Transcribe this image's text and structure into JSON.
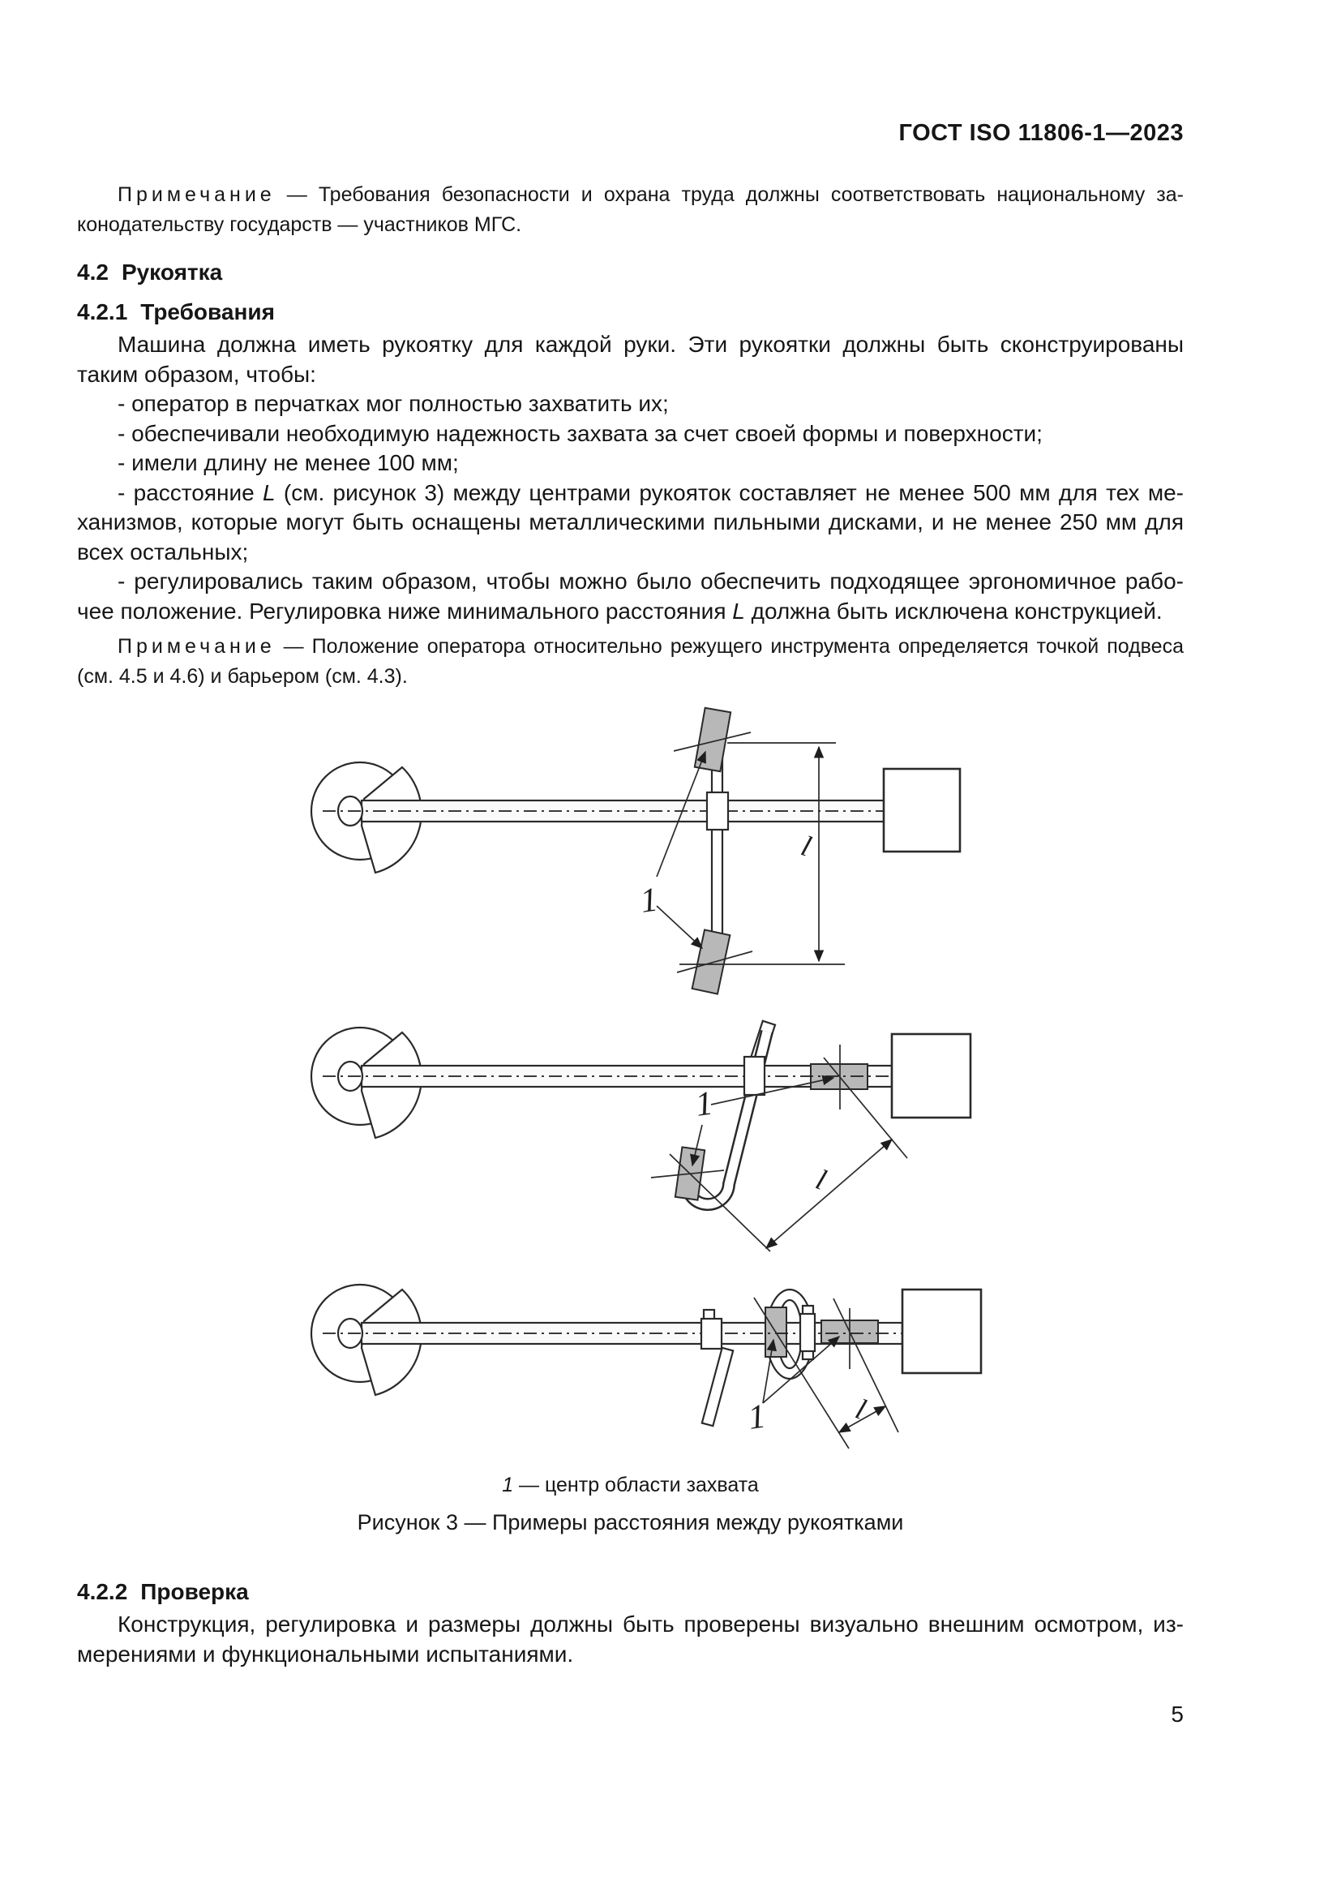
{
  "header": {
    "doc_code": "ГОСТ ISO 11806-1—2023"
  },
  "notes": {
    "note1_label": "Примечание",
    "note1_text": "— Требования безопасности и охрана труда должны соответствовать национальному за­конодательству государств — участников МГС.",
    "note2_label": "Примечание",
    "note2_text": "— Положение оператора относительно режущего инструмента определяется точкой под­веса (см. 4.5 и 4.6) и барьером (см. 4.3)."
  },
  "sections": {
    "s42": {
      "number": "4.2",
      "title": "Рукоятка"
    },
    "s421": {
      "number": "4.2.1",
      "title": "Требования"
    },
    "s422": {
      "number": "4.2.2",
      "title": "Проверка"
    }
  },
  "paragraphs": {
    "p421_intro": "Машина должна иметь рукоятку для каждой руки. Эти рукоятки должны быть сконструированы таким образом, чтобы:",
    "bullets": {
      "b1": "- оператор в перчатках мог полностью захватить их;",
      "b2": "- обеспечивали необходимую надежность захвата за счет своей формы и поверхности;",
      "b3": "- имели длину не менее 100 мм;",
      "b4_pre": "- расстояние ",
      "b4_var": "L",
      "b4_post": " (см. рисунок 3) между центрами рукояток составляет не менее 500 мм для тех ме­ханизмов, которые могут быть оснащены металлическими пильными дисками, и не менее 250 мм для всех остальных;",
      "b5_pre": "- регулировались таким образом, чтобы можно было обеспечить подходящее эргономичное рабо­чее положение. Регулировка ниже минимального расстояния ",
      "b5_var": "L",
      "b5_post": " должна быть исключена конструкцией."
    },
    "p422_text": "Конструкция, регулировка и размеры должны быть проверены визуально внешним осмотром, из­мерениями и функциональными испытаниями."
  },
  "figure": {
    "legend_ref": "1",
    "legend_text": "— центр области захвата",
    "caption": "Рисунок 3 — Примеры расстояния между рукоятками",
    "label_grip_center": "1",
    "label_distance": "l"
  },
  "footer": {
    "page_number": "5"
  }
}
